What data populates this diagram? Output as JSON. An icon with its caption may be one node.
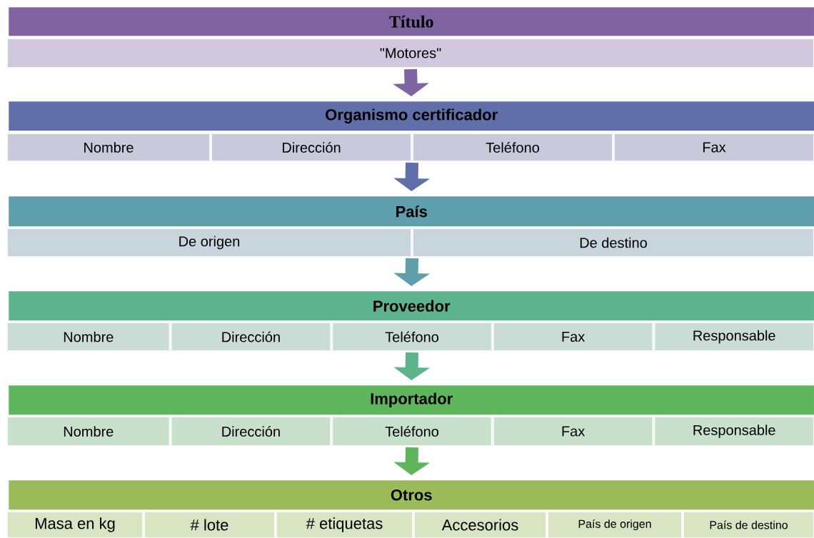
{
  "diagram": {
    "nodes": [
      {
        "text": [
          "Título"
        ]
      },
      {
        "text": [
          "\"Motores\""
        ]
      },
      {
        "text": [
          "Organismo certificador"
        ]
      },
      {
        "text": [
          "Nombre"
        ]
      },
      {
        "text": [
          "Dirección"
        ]
      },
      {
        "text": [
          "Teléfono"
        ]
      },
      {
        "text": [
          "Fax"
        ]
      },
      {
        "text": [
          "País"
        ]
      },
      {
        "text": [
          "De origen"
        ]
      },
      {
        "text": [
          "De destino"
        ]
      },
      {
        "text": [
          "Proveedor"
        ]
      },
      {
        "text": [
          "Nombre"
        ]
      },
      {
        "text": [
          "Dirección"
        ]
      },
      {
        "text": [
          "Teléfono"
        ]
      },
      {
        "text": [
          "Fax"
        ]
      },
      {
        "text": [
          "Responsable"
        ]
      },
      {
        "text": [
          "Importador"
        ]
      },
      {
        "text": [
          "Nombre"
        ]
      },
      {
        "text": [
          "Dirección"
        ]
      },
      {
        "text": [
          "Teléfono"
        ]
      },
      {
        "text": [
          "Fax"
        ]
      },
      {
        "text": [
          "Responsable"
        ]
      },
      {
        "text": [
          "Otros"
        ]
      },
      {
        "text": [
          "Masa en kg"
        ]
      },
      {
        "text": [
          "# lote"
        ]
      },
      {
        "text": [
          "# etiquetas"
        ]
      },
      {
        "text": [
          "Accesorios"
        ]
      },
      {
        "text": [
          "País de origen"
        ]
      },
      {
        "text": [
          "País de destino"
        ]
      }
    ],
    "edges": [
      {
        "from": 1,
        "to": 2,
        "arrow": "to",
        "color": "#8064a2"
      },
      {
        "from": 4,
        "to": 7,
        "arrow": "to",
        "color": "#606fa9"
      },
      {
        "from": 5,
        "to": 7,
        "arrow": "to",
        "color": "#606fa9"
      },
      {
        "from": 8,
        "to": 10,
        "arrow": "to",
        "color": "#5f9eab"
      },
      {
        "from": 9,
        "to": 10,
        "arrow": "to",
        "color": "#5f9eab"
      },
      {
        "from": 13,
        "to": 16,
        "arrow": "to",
        "color": "#5db38e"
      },
      {
        "from": 19,
        "to": 22,
        "arrow": "to",
        "color": "#5fb55c"
      }
    ]
  }
}
